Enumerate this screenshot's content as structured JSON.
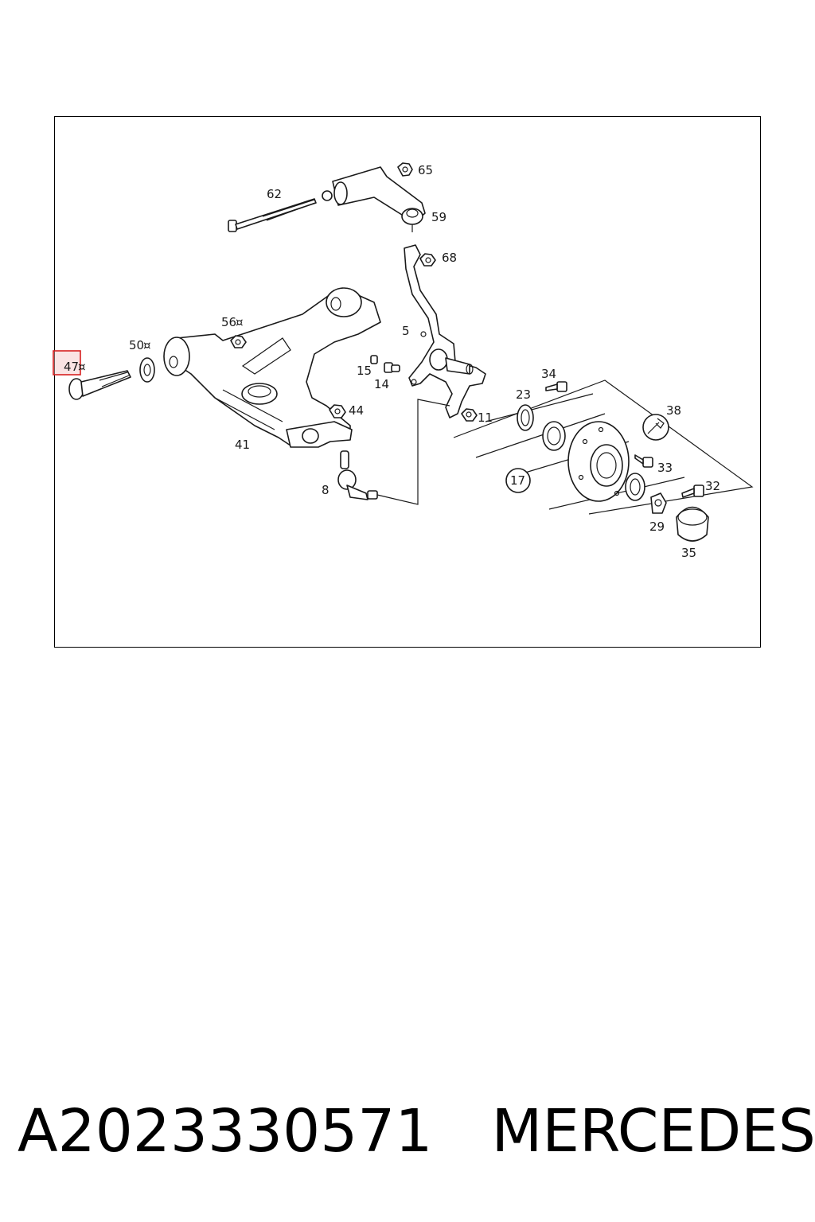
{
  "diagram": {
    "callouts": {
      "c62": "62",
      "c65": "65",
      "c59": "59",
      "c68": "68",
      "c56": "56",
      "c50": "50",
      "c47": "47",
      "c5": "5",
      "c15": "15",
      "c14": "14",
      "c34": "34",
      "c23": "23",
      "c38": "38",
      "c44": "44",
      "c11": "11",
      "c41": "41",
      "c17": "17",
      "c33": "33",
      "c32": "32",
      "c8": "8",
      "c29": "29",
      "c35": "35"
    },
    "marker_symbol": "¤",
    "highlighted_callout": "47",
    "highlight_color": "#d62020"
  },
  "footer": {
    "part_number": "A2023330571",
    "brand": "MERCEDES"
  }
}
